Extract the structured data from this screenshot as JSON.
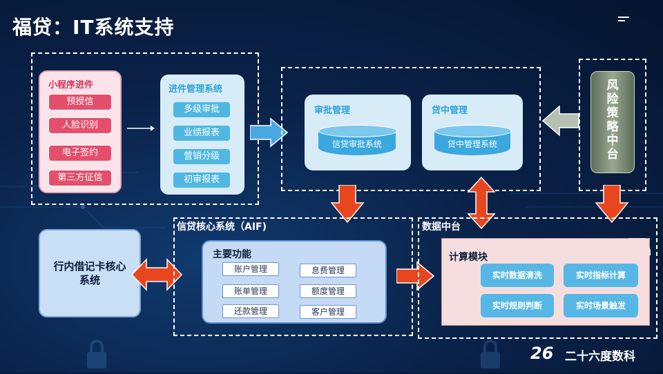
{
  "title": "福贷：IT系统支持",
  "colors": {
    "accent_red": "#e44f6c",
    "accent_teal": "#4fb7e1",
    "arrow_orange": "#e8461f",
    "background": "#0a2249"
  },
  "mini_program": {
    "label": "小程序进件",
    "items": [
      "预授信",
      "人脸识别",
      "电子签约",
      "第三方征信"
    ]
  },
  "intake": {
    "label": "进件管理系统",
    "items": [
      "多级审批",
      "业绩报表",
      "营销分级",
      "初审报表"
    ]
  },
  "approval": {
    "label": "审批管理",
    "db": "信贷审批系统"
  },
  "loan_mgmt": {
    "label": "贷中管理",
    "db": "贷中管理系统"
  },
  "risk": {
    "label": "风险策略中台"
  },
  "core_bank": {
    "label": "行内借记卡核心系统"
  },
  "credit_core": {
    "label": "信贷核心系统（AIF)",
    "features_title": "主要功能",
    "features": [
      "账户管理",
      "息费管理",
      "账单管理",
      "额度管理",
      "还款管理",
      "客户管理"
    ]
  },
  "data_center": {
    "label": "数据中台",
    "module": "计算模块",
    "items": [
      "实时数据清洗",
      "实时指标计算",
      "实时规则判断",
      "实时场景触发"
    ]
  },
  "brand": {
    "number": "26",
    "name": "二十六度数科"
  },
  "icons": [
    "menu-icon",
    "arrow-right-icon",
    "arrow-down-icon",
    "arrow-left-icon",
    "double-arrow-icon",
    "lock-icon"
  ]
}
